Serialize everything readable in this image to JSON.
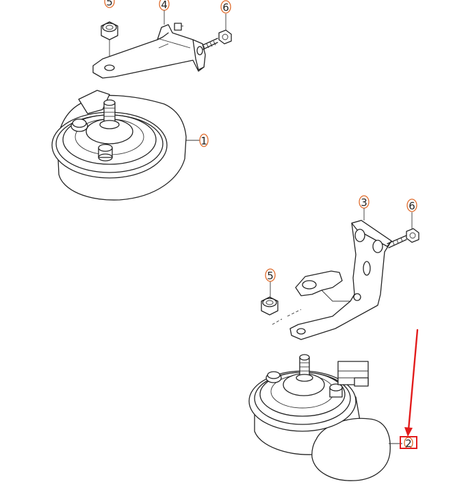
{
  "callouts": {
    "top_5": "5",
    "top_4": "4",
    "top_6": "6",
    "top_1": "1",
    "bot_3": "3",
    "bot_6": "6",
    "bot_5": "5",
    "bot_2": "2"
  },
  "colors": {
    "callout_ring": "#e06a2a",
    "highlight": "#e21b1b",
    "line": "#222222"
  }
}
